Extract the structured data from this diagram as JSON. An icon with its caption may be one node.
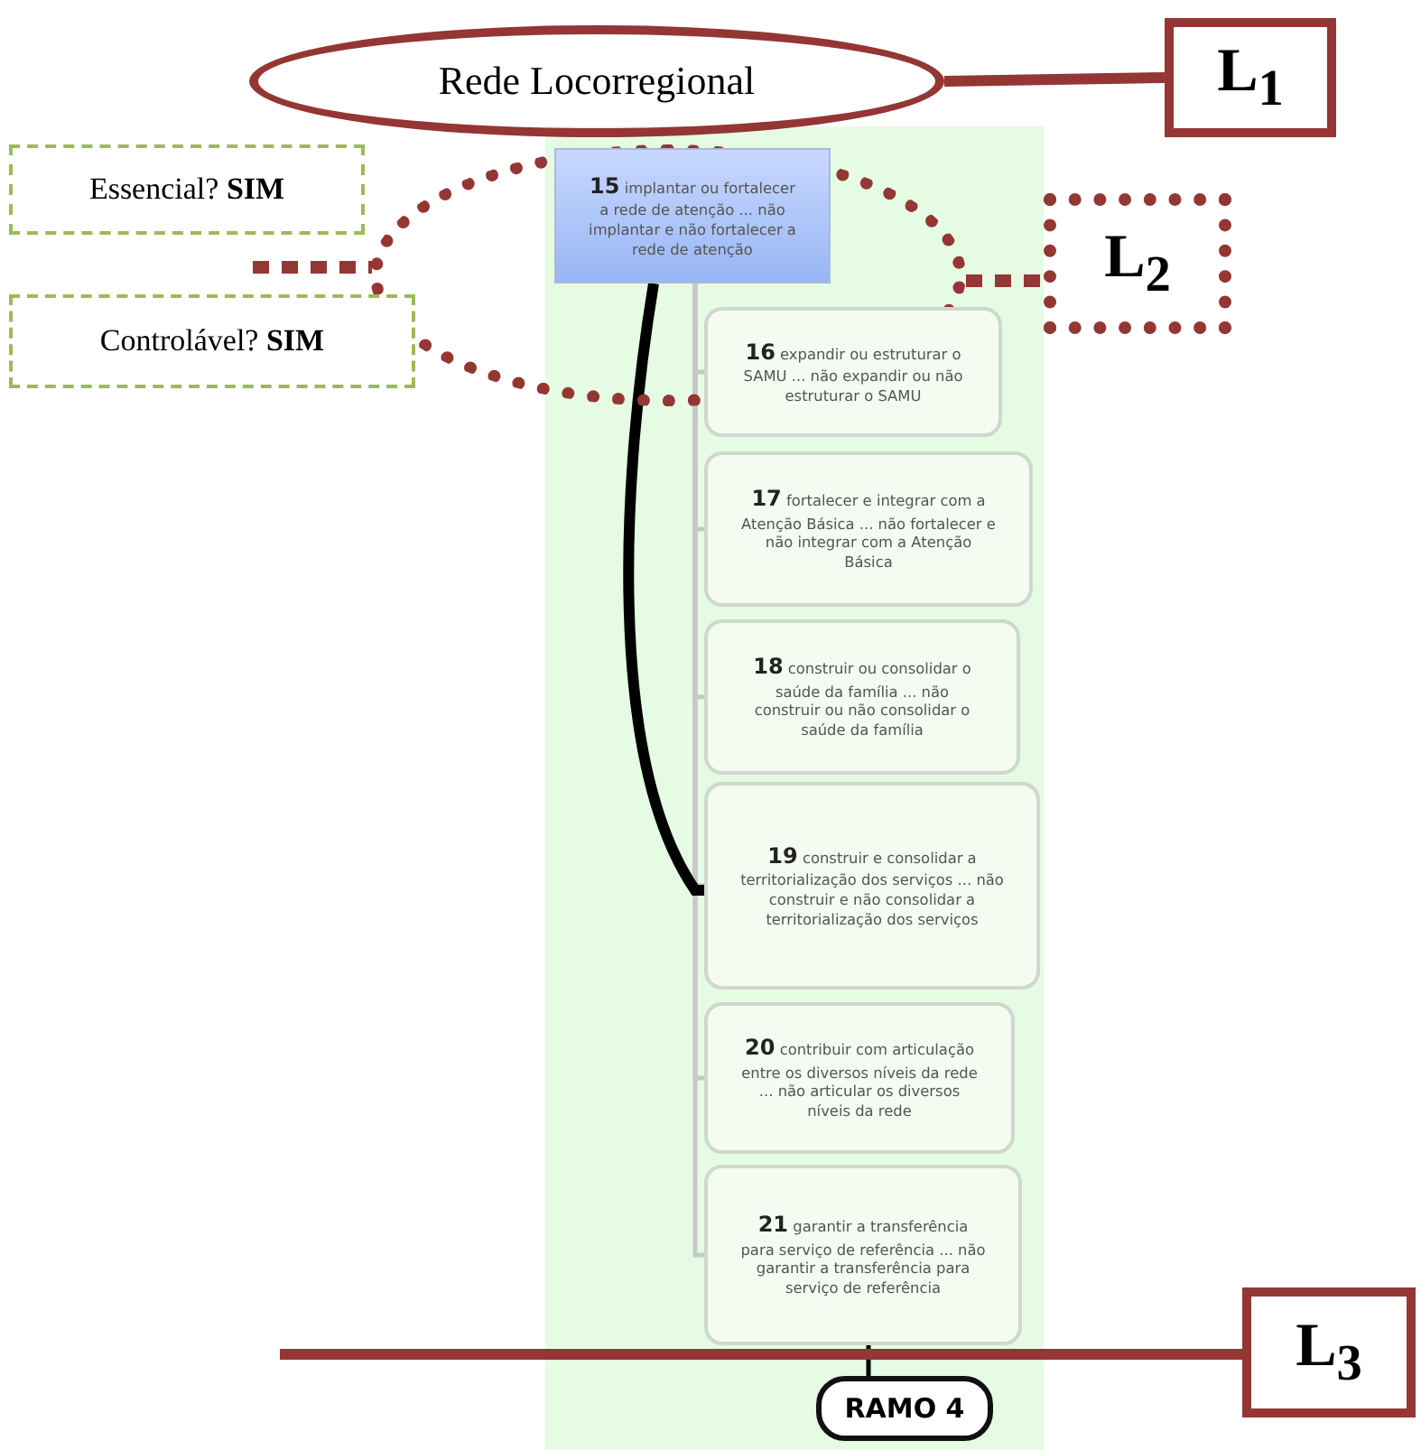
{
  "diagram": {
    "nodes": [
      {
        "text": [
          "Rede Locorregional"
        ]
      },
      {
        "text": [
          "L$_{1}$"
        ]
      },
      {
        "text": [
          "L$_{2}$"
        ]
      },
      {
        "text": [
          "Essencial? **SIM**"
        ]
      },
      {
        "text": [
          "Controlável? **SIM**"
        ]
      },
      {
        "text": [],
        "shape": "circle"
      },
      {
        "in": 5,
        "text": [
          "**15** implantar ou fortalecer a rede de atenção ... não implantar e não fortalecer a rede de atenção"
        ]
      },
      {
        "text": [
          "**16** expandir ou estruturar o SAMU ... não expandir ou não estruturar o SAMU"
        ]
      },
      {
        "text": [
          "**17** fortalecer e integrar com a Atenção Básica ... não fortalecer e não integrar com a Atenção Básica"
        ]
      },
      {
        "text": [
          "**18** construir ou consolidar o saúde da família ... não construir ou não consolidar o saúde da família"
        ]
      },
      {
        "text": [
          "**19** construir e consolidar a territorialização dos serviços ... não construir e não consolidar a territorialização dos serviços"
        ]
      },
      {
        "text": [
          "**20** contribuir com articulação entre os diversos níveis da rede ... não articular os diversos níveis da rede"
        ]
      },
      {
        "text": [
          "**21** garantir a transferência para serviço de referência ... não garantir a transferência para serviço de referência"
        ]
      },
      {
        "text": [
          "RAMO 4"
        ]
      },
      {
        "text": [
          "L$_{3}$"
        ]
      }
    ],
    "edges": [
      {
        "from": 0,
        "to": 1,
        "arrow": "none",
        "style": "thick",
        "color": "#943634"
      },
      {
        "from": 5,
        "to": 2,
        "arrow": "none",
        "style": "dashed",
        "color": "#943634"
      },
      {
        "from": null,
        "to": 5,
        "arrow": "none",
        "style": "dashed",
        "color": "#943634"
      },
      {
        "from": 6,
        "to": 7,
        "arrow": "none"
      },
      {
        "from": 6,
        "to": 8,
        "arrow": "none"
      },
      {
        "from": 6,
        "to": 9,
        "arrow": "none"
      },
      {
        "from": 6,
        "to": 10,
        "arrow": "none"
      },
      {
        "from": 6,
        "to": 11,
        "arrow": "none"
      },
      {
        "from": 6,
        "to": 12,
        "arrow": "none"
      },
      {
        "from": 6,
        "to": 10,
        "arrow": "none",
        "style": "thick",
        "color": "#000000"
      },
      {
        "from": 12,
        "to": 13,
        "arrow": "none",
        "color": "#000000"
      },
      {
        "from": null,
        "to": 14,
        "arrow": "none",
        "style": "thick",
        "color": "#943634"
      }
    ]
  }
}
